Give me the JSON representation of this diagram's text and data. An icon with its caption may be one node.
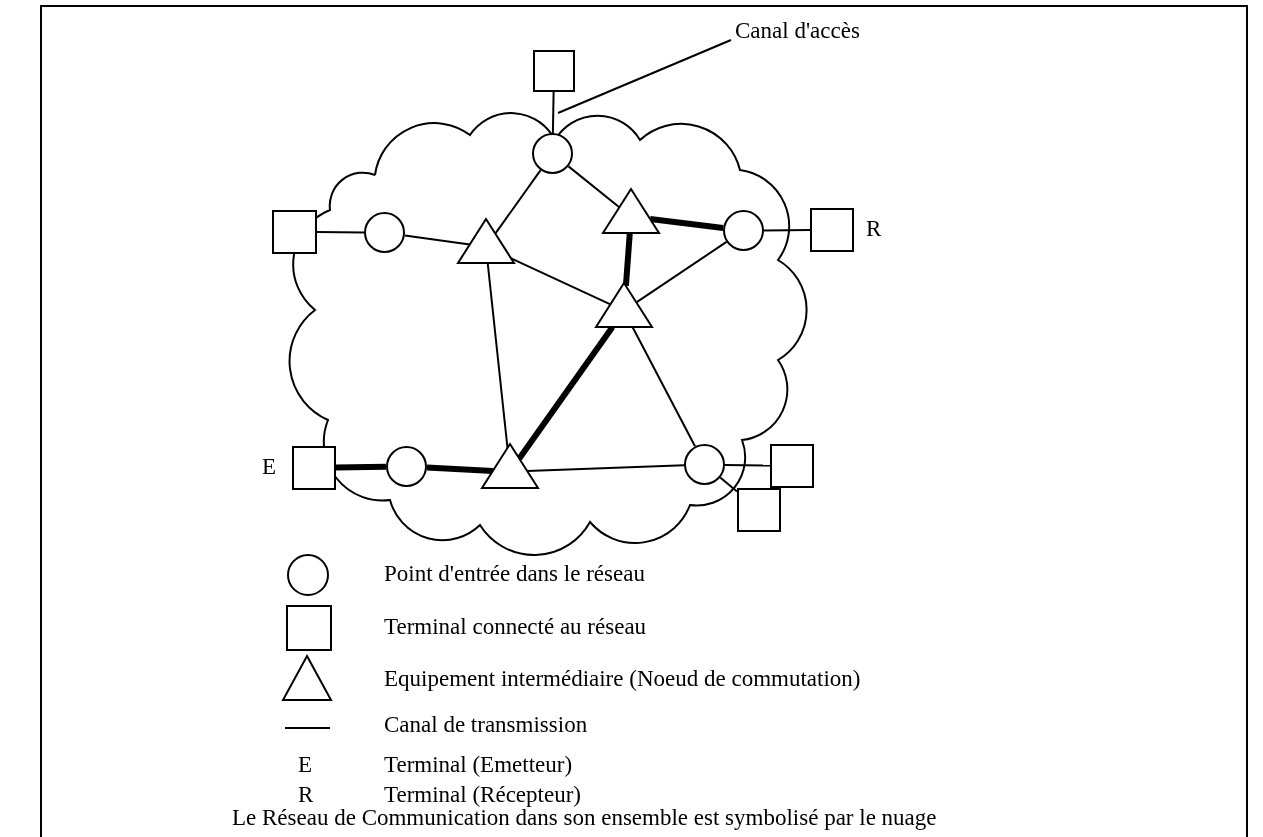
{
  "diagram": {
    "caption": "Le Réseau de Communication dans son ensemble est symbolisé par le nuage",
    "nodes": [
      {
        "text": [],
        "shape": "box"
      },
      {
        "text": [],
        "shape": "box"
      },
      {
        "text": [],
        "shape": "box",
        "beside": [
          "R"
        ]
      },
      {
        "text": [],
        "shape": "box",
        "beside": [
          "E"
        ]
      },
      {
        "text": [],
        "shape": "box"
      },
      {
        "text": [],
        "shape": "box"
      },
      {
        "text": [],
        "shape": "circle"
      },
      {
        "text": [],
        "shape": "circle"
      },
      {
        "text": [],
        "shape": "circle"
      },
      {
        "text": [],
        "shape": "circle"
      },
      {
        "text": [],
        "shape": "circle"
      },
      {
        "text": [],
        "shape": "triangle"
      },
      {
        "text": [],
        "shape": "triangle"
      },
      {
        "text": [],
        "shape": "triangle"
      },
      {
        "text": [],
        "shape": "triangle"
      },
      {
        "text": [
          "Canal d'accès"
        ]
      }
    ],
    "edges": [
      {
        "from": 0,
        "to": 6,
        "arrow": "none"
      },
      {
        "from": 1,
        "to": 7,
        "arrow": "none"
      },
      {
        "from": 8,
        "to": 2,
        "arrow": "none"
      },
      {
        "from": 3,
        "to": 9,
        "arrow": "none",
        "style": "thick"
      },
      {
        "from": 10,
        "to": 4,
        "arrow": "none"
      },
      {
        "from": 10,
        "to": 5,
        "arrow": "none"
      },
      {
        "from": 6,
        "to": 11,
        "arrow": "none"
      },
      {
        "from": 6,
        "to": 12,
        "arrow": "none"
      },
      {
        "from": 7,
        "to": 11,
        "arrow": "none"
      },
      {
        "from": 12,
        "to": 8,
        "arrow": "none",
        "style": "thick"
      },
      {
        "from": 12,
        "to": 13,
        "arrow": "none",
        "style": "thick"
      },
      {
        "from": 11,
        "to": 13,
        "arrow": "none"
      },
      {
        "from": 11,
        "to": 14,
        "arrow": "none"
      },
      {
        "from": 8,
        "to": 13,
        "arrow": "none"
      },
      {
        "from": 13,
        "to": 10,
        "arrow": "none"
      },
      {
        "from": 9,
        "to": 14,
        "arrow": "none",
        "style": "thick"
      },
      {
        "from": 14,
        "to": 13,
        "arrow": "none",
        "style": "thick"
      },
      {
        "from": 14,
        "to": 10,
        "arrow": "none"
      },
      {
        "from": 15,
        "to": null,
        "arrow": "none"
      }
    ],
    "labels": [
      "E",
      "Terminal (Emetteur)",
      "R",
      "Terminal (Récepteur)"
    ],
    "legend": [
      {
        "text": "Point d'entrée dans le réseau"
      },
      {
        "text": "Terminal connecté au réseau"
      },
      {
        "text": "Equipement intermédiaire (Noeud de commutation)"
      },
      {
        "text": "Canal de transmission"
      }
    ]
  }
}
